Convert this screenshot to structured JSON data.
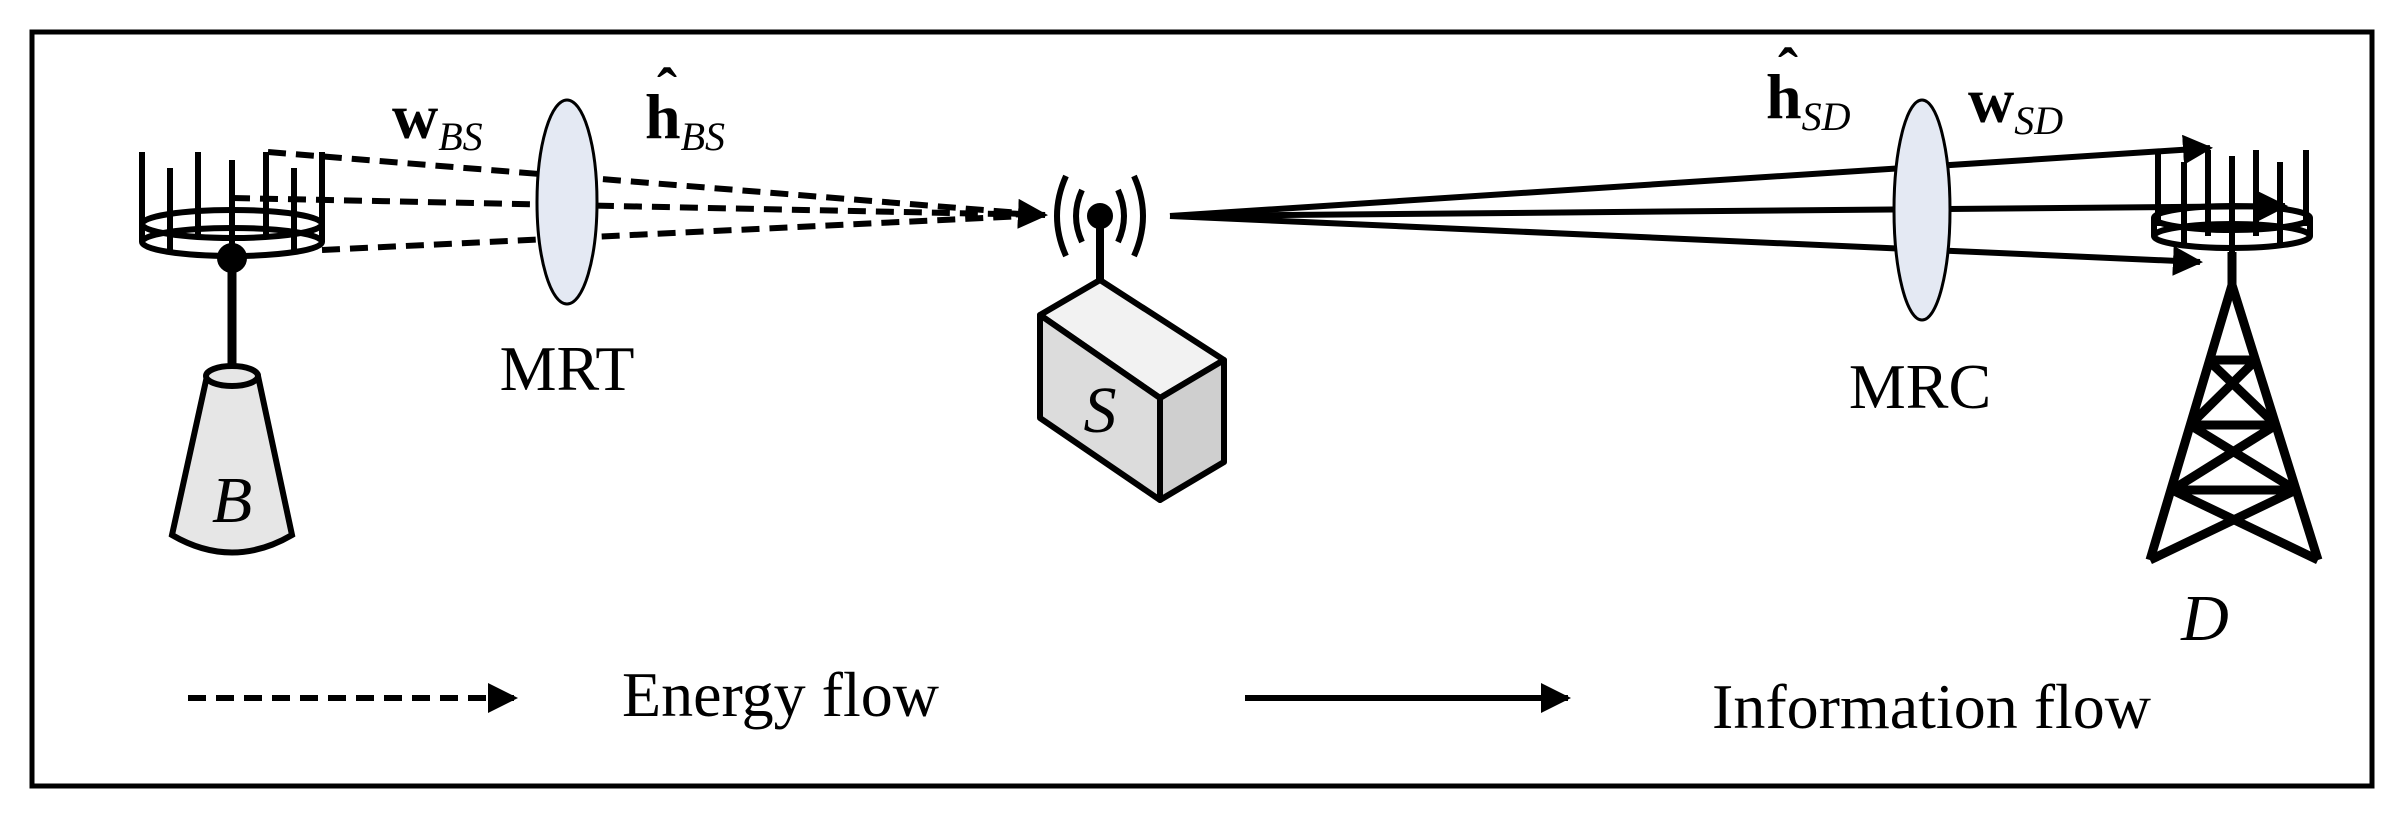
{
  "bs_node": {
    "label": "B",
    "beam_weight": {
      "symbol": "w",
      "subscript": "BS"
    },
    "channel_estimate": {
      "symbol": "h",
      "hat": "ˆ",
      "subscript": "BS"
    },
    "lens_label": "MRT"
  },
  "source_node": {
    "label": "S"
  },
  "dest_node": {
    "label": "D",
    "beam_weight": {
      "symbol": "w",
      "subscript": "SD"
    },
    "channel_estimate": {
      "symbol": "h",
      "hat": "ˆ",
      "subscript": "SD"
    },
    "lens_label": "MRC"
  },
  "legend": {
    "energy_label": "Energy flow",
    "information_label": "Information flow"
  },
  "colors": {
    "stroke": "#000000",
    "lens_fill": "#e4e9f3",
    "cone_fill": "#e6e6e6",
    "box_front": "#dcdcdc",
    "box_top": "#f2f2f2",
    "box_side": "#cfcfcf"
  }
}
